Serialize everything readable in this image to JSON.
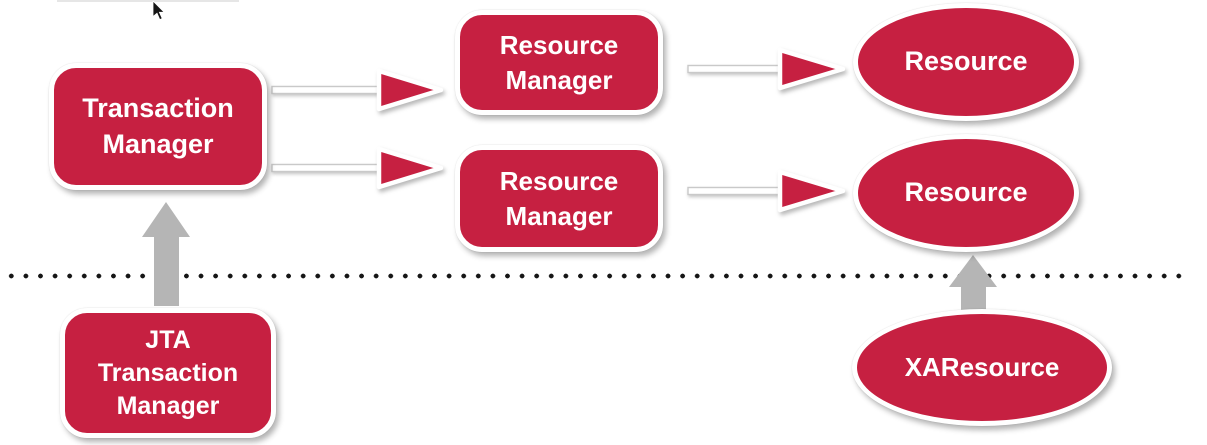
{
  "colors": {
    "node_red": "#c62041",
    "node_border": "#ffffff",
    "arrow_gray": "#b5b5b5",
    "dot_black": "#161616",
    "text_white": "#ffffff",
    "background": "#ffffff"
  },
  "icons": {
    "cursor": "mouse-pointer-arrow-icon"
  },
  "diagram": {
    "nodes": {
      "transaction_manager": {
        "label": "Transaction\nManager",
        "shape": "rounded-rect"
      },
      "resource_manager_1": {
        "label": "Resource\nManager",
        "shape": "rounded-rect"
      },
      "resource_manager_2": {
        "label": "Resource\nManager",
        "shape": "rounded-rect"
      },
      "resource_1": {
        "label": "Resource",
        "shape": "ellipse"
      },
      "resource_2": {
        "label": "Resource",
        "shape": "ellipse"
      },
      "jta_transaction_manager": {
        "label": "JTA\nTransaction\nManager",
        "shape": "rounded-rect"
      },
      "xa_resource": {
        "label": "XAResource",
        "shape": "ellipse"
      }
    },
    "edges": [
      {
        "from": "transaction_manager",
        "to": "resource_manager_1",
        "style": "red-tipped-arrow"
      },
      {
        "from": "transaction_manager",
        "to": "resource_manager_2",
        "style": "red-tipped-arrow"
      },
      {
        "from": "resource_manager_1",
        "to": "resource_1",
        "style": "red-tipped-arrow"
      },
      {
        "from": "resource_manager_2",
        "to": "resource_2",
        "style": "red-tipped-arrow"
      },
      {
        "from": "jta_transaction_manager",
        "to": "transaction_manager",
        "style": "gray-block-arrow-up"
      },
      {
        "from": "xa_resource",
        "to": "resource_2",
        "style": "gray-block-arrow-up"
      }
    ],
    "divider": {
      "style": "horizontal-dotted-line"
    }
  }
}
